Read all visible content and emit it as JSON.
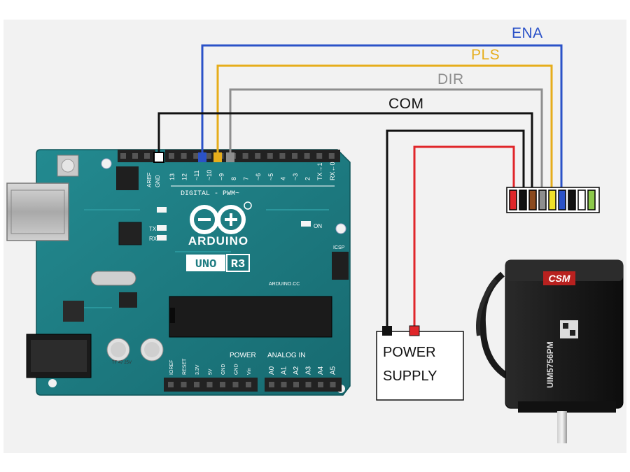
{
  "wires": {
    "ena": {
      "label": "ENA",
      "color": "#2b52c8"
    },
    "pls": {
      "label": "PLS",
      "color": "#e6ad1b"
    },
    "dir": {
      "label": "DIR",
      "color": "#8e8e8e"
    },
    "com": {
      "label": "COM",
      "color": "#111111"
    },
    "power_black": {
      "color": "#111111"
    },
    "power_red": {
      "color": "#e0262a"
    }
  },
  "arduino": {
    "brand": "ARDUINO",
    "model": "UNO",
    "revision": "R3",
    "website": "ARDUINO.CC",
    "digital_header": "DIGITAL - PWM~",
    "power_header": "POWER",
    "analog_header": "ANALOG IN",
    "gnd_pin": "GND",
    "aref_pin": "AREF",
    "on_label": "ON",
    "tx_label": "TX",
    "rx_label": "RX",
    "icsp_label": "ICSP",
    "digital_pins": [
      "13",
      "12",
      "~11",
      "~10",
      "~9",
      "8",
      "7",
      "~6",
      "~5",
      "4",
      "~3",
      "2",
      "TX→1",
      "RX←0"
    ],
    "power_pins": [
      "IOREF",
      "RESET",
      "3.3V",
      "5V",
      "GND",
      "GND",
      "Vin"
    ],
    "analog_pins": [
      "A0",
      "A1",
      "A2",
      "A3",
      "A4",
      "A5"
    ],
    "board_color": "#1f7c82",
    "cap_text": "TF 47 25V"
  },
  "connector": {
    "pin_colors": [
      "#e0262a",
      "#111111",
      "#8b4a1e",
      "#8e8e8e",
      "#f0e02a",
      "#2b52c8",
      "#111111",
      "#ffffff",
      "#8cc84b"
    ]
  },
  "power_supply": {
    "line1": "POWER",
    "line2": "SUPPLY"
  },
  "motor": {
    "brand": "CSM",
    "model": "UIM5756PM"
  }
}
